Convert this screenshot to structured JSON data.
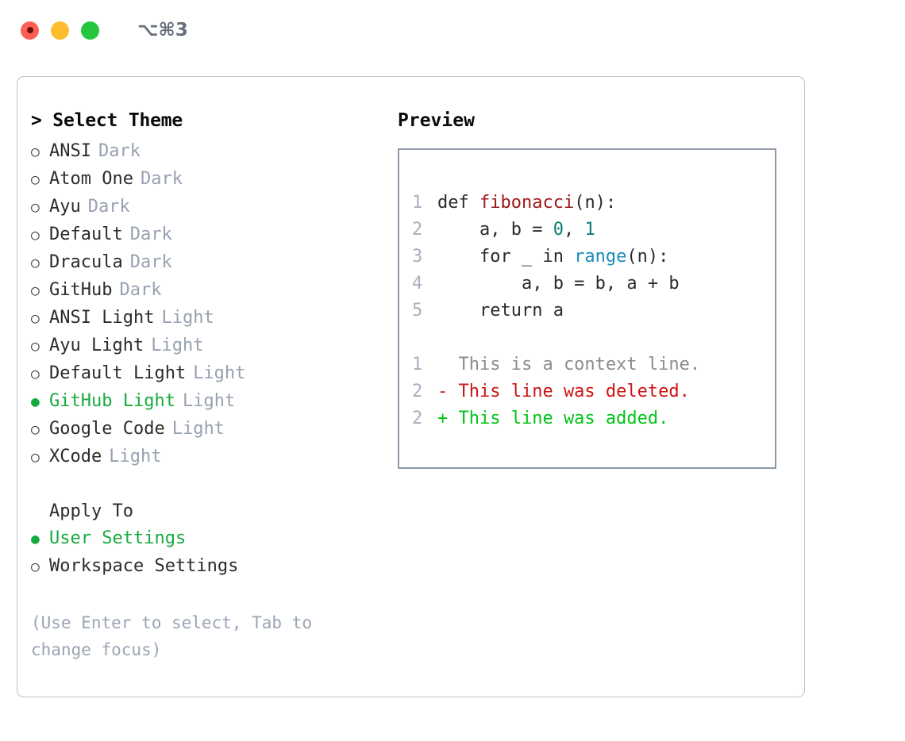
{
  "titlebar": {
    "shortcut": "⌥⌘3",
    "lights": [
      {
        "name": "close",
        "color": "#fd5f55"
      },
      {
        "name": "minimize",
        "color": "#febc2e"
      },
      {
        "name": "maximize",
        "color": "#25c63e"
      }
    ]
  },
  "theme_panel": {
    "title": "> Select Theme",
    "items": [
      {
        "marker": "○",
        "label": "ANSI",
        "tag": "Dark",
        "selected": false
      },
      {
        "marker": "○",
        "label": "Atom One",
        "tag": "Dark",
        "selected": false
      },
      {
        "marker": "○",
        "label": "Ayu",
        "tag": "Dark",
        "selected": false
      },
      {
        "marker": "○",
        "label": "Default",
        "tag": "Dark",
        "selected": false
      },
      {
        "marker": "○",
        "label": "Dracula",
        "tag": "Dark",
        "selected": false
      },
      {
        "marker": "○",
        "label": "GitHub",
        "tag": "Dark",
        "selected": false
      },
      {
        "marker": "○",
        "label": "ANSI Light",
        "tag": "Light",
        "selected": false
      },
      {
        "marker": "○",
        "label": "Ayu Light",
        "tag": "Light",
        "selected": false
      },
      {
        "marker": "○",
        "label": "Default Light",
        "tag": "Light",
        "selected": false
      },
      {
        "marker": "●",
        "label": "GitHub Light",
        "tag": "Light",
        "selected": true
      },
      {
        "marker": "○",
        "label": "Google Code",
        "tag": "Light",
        "selected": false
      },
      {
        "marker": "○",
        "label": "XCode",
        "tag": "Light",
        "selected": false
      }
    ]
  },
  "apply_to": {
    "heading": "Apply To",
    "items": [
      {
        "marker": "●",
        "label": "User Settings",
        "selected": true
      },
      {
        "marker": "○",
        "label": "Workspace Settings",
        "selected": false
      }
    ]
  },
  "hint": "(Use Enter to select, Tab to change focus)",
  "preview": {
    "title": "Preview",
    "code_lines": [
      {
        "num": "1",
        "parts": [
          {
            "t": "def ",
            "c": "code-text"
          },
          {
            "t": "fibonacci",
            "c": "tok-fn"
          },
          {
            "t": "(n):",
            "c": "code-text"
          }
        ]
      },
      {
        "num": "2",
        "parts": [
          {
            "t": "    a, b = ",
            "c": "code-text"
          },
          {
            "t": "0",
            "c": "tok-num"
          },
          {
            "t": ", ",
            "c": "code-text"
          },
          {
            "t": "1",
            "c": "tok-num"
          }
        ]
      },
      {
        "num": "3",
        "parts": [
          {
            "t": "    for _ in ",
            "c": "code-text"
          },
          {
            "t": "range",
            "c": "tok-call"
          },
          {
            "t": "(n):",
            "c": "code-text"
          }
        ]
      },
      {
        "num": "4",
        "parts": [
          {
            "t": "        a, b = b, a + b",
            "c": "code-text"
          }
        ]
      },
      {
        "num": "5",
        "parts": [
          {
            "t": "    return a",
            "c": "code-text"
          }
        ]
      }
    ],
    "diff_lines": [
      {
        "num": "1",
        "text": "  This is a context line.",
        "cls": "diff-context"
      },
      {
        "num": "2",
        "text": "- This line was deleted.",
        "cls": "diff-del"
      },
      {
        "num": "2",
        "text": "+ This line was added.",
        "cls": "diff-add"
      }
    ]
  },
  "colors": {
    "accent_green": "#16ab3f",
    "muted": "#97a1b1",
    "diff_add": "#00c417",
    "diff_del": "#cc1414",
    "border": "#b9c2cf"
  }
}
